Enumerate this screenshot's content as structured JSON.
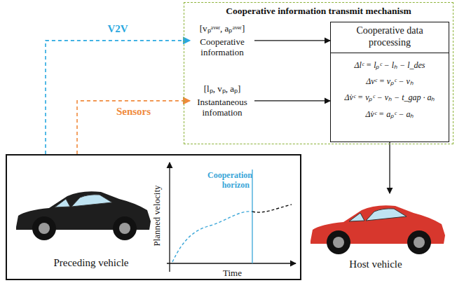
{
  "diagram": {
    "nodes": [
      {
        "text": [
          "Cooperative information transmit mechanism"
        ]
      },
      {
        "text": [
          "[vₚᵃᵛᵉʳ, aₚᵃᵛᵉʳ]",
          "Cooperative information"
        ],
        "in": 0
      },
      {
        "text": [
          "[lₚ, vₚ, aₚ]",
          "Instantaneous infomation"
        ],
        "in": 0
      },
      {
        "text": [
          "Cooperative data processing",
          "Δlᶜ = lₚᶜ − lₕ − l_des",
          "Δvᶜ = vₚᶜ − vₕ",
          "Δ̇vᶜ = vₚᶜ − vₕ − t_gap · aₕ",
          "Δ̇vᶜ = aₚᶜ − aₕ"
        ],
        "in": 0
      },
      {
        "text": [
          "Preceding vehicle"
        ]
      },
      {
        "text": [
          "Host vehicle"
        ]
      }
    ],
    "edges": [
      {
        "from": 4,
        "to": 1,
        "arrow": "to",
        "label": "V2V"
      },
      {
        "from": 4,
        "to": 2,
        "arrow": "to",
        "label": "Sensors"
      },
      {
        "from": 1,
        "to": 3,
        "arrow": "to"
      },
      {
        "from": 2,
        "to": 3,
        "arrow": "to"
      },
      {
        "from": 3,
        "to": 5,
        "arrow": "to"
      }
    ],
    "labels": [
      "Planned velocity",
      "Cooperation horizon",
      "Time"
    ]
  }
}
